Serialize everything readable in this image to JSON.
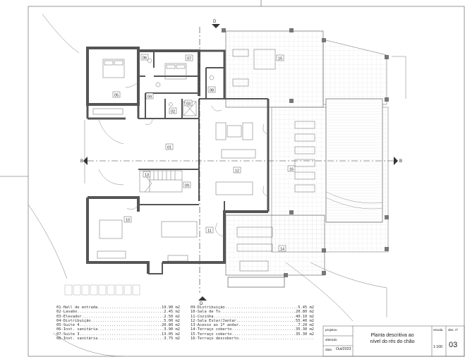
{
  "room_tags": [
    "01",
    "02",
    "03",
    "04",
    "05",
    "06",
    "07",
    "08",
    "09",
    "10",
    "11",
    "12",
    "13",
    "14",
    "15",
    "16"
  ],
  "section_marks": [
    "B",
    "B",
    "D",
    "D"
  ],
  "legend": [
    {
      "name": "01-Hall de entrada",
      "area": "19.90 m2"
    },
    {
      "name": "02-Lavabo",
      "area": "2.45 m2"
    },
    {
      "name": "03-Elevador",
      "area": "2.50 m2"
    },
    {
      "name": "04-Distribuição",
      "area": "5.00 m2"
    },
    {
      "name": "05-Suite 4",
      "area": "20.80 m2"
    },
    {
      "name": "06-Inst. sanitária",
      "area": "3.90 m2"
    },
    {
      "name": "07-Suite 3",
      "area": "13.05 m2"
    },
    {
      "name": "08-Inst. sanitária",
      "area": "3.75 m2"
    },
    {
      "name": "09-Distribuição",
      "area": "5.45 m2"
    },
    {
      "name": "10-Sala de Tv",
      "area": "20.80 m2"
    },
    {
      "name": "11-Cozinha",
      "area": "40.10 m2"
    },
    {
      "name": "12-Sala Estar/Jantar",
      "area": "55.40 m2"
    },
    {
      "name": "13-Acesso ao 1º andar",
      "area": "7.20 m2"
    },
    {
      "name": "14-Terraço coberto",
      "area": "35.30 m2"
    },
    {
      "name": "15-Terraço coberto",
      "area": "35.30 m2"
    },
    {
      "name": "16-Terraço descoberto",
      "area": ""
    }
  ],
  "title_block": {
    "labels": {
      "project": "projetou",
      "revised": "alterado",
      "date": "data",
      "scale": "escala",
      "sheet": "des. nº"
    },
    "date": "Out/2023",
    "title_line1": "Planta descritiva ao",
    "title_line2": "nível do rés do chão",
    "scale": "1:100",
    "sheet": "03"
  }
}
